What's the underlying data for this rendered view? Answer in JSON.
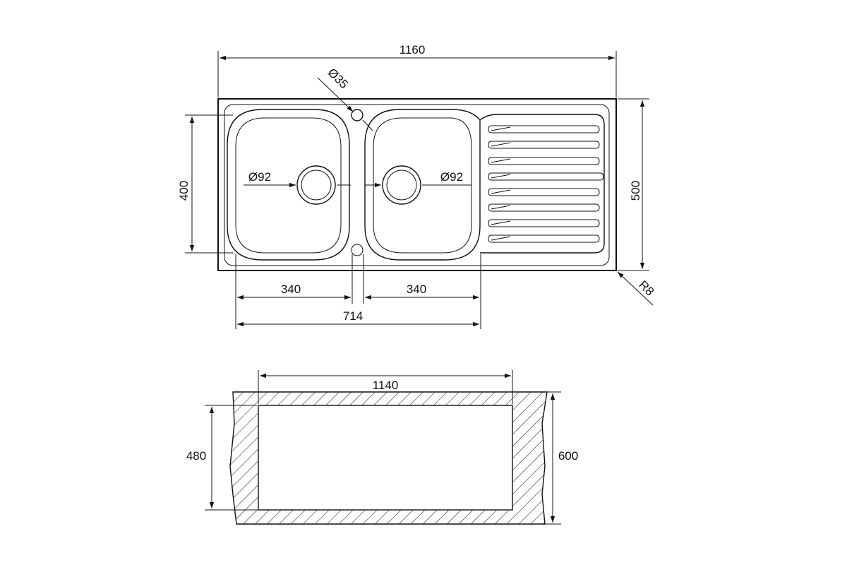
{
  "top_view": {
    "overall_width": "1160",
    "overall_depth": "500",
    "bowl_depth": "400",
    "tap_hole": "Ø35",
    "drain_left": "Ø92",
    "drain_right": "Ø92",
    "bowl_left_width": "340",
    "bowl_right_width": "340",
    "bowls_total_width": "714",
    "corner_radius": "R8"
  },
  "cutout": {
    "width": "1140",
    "depth": "480",
    "cabinet_depth": "600"
  }
}
